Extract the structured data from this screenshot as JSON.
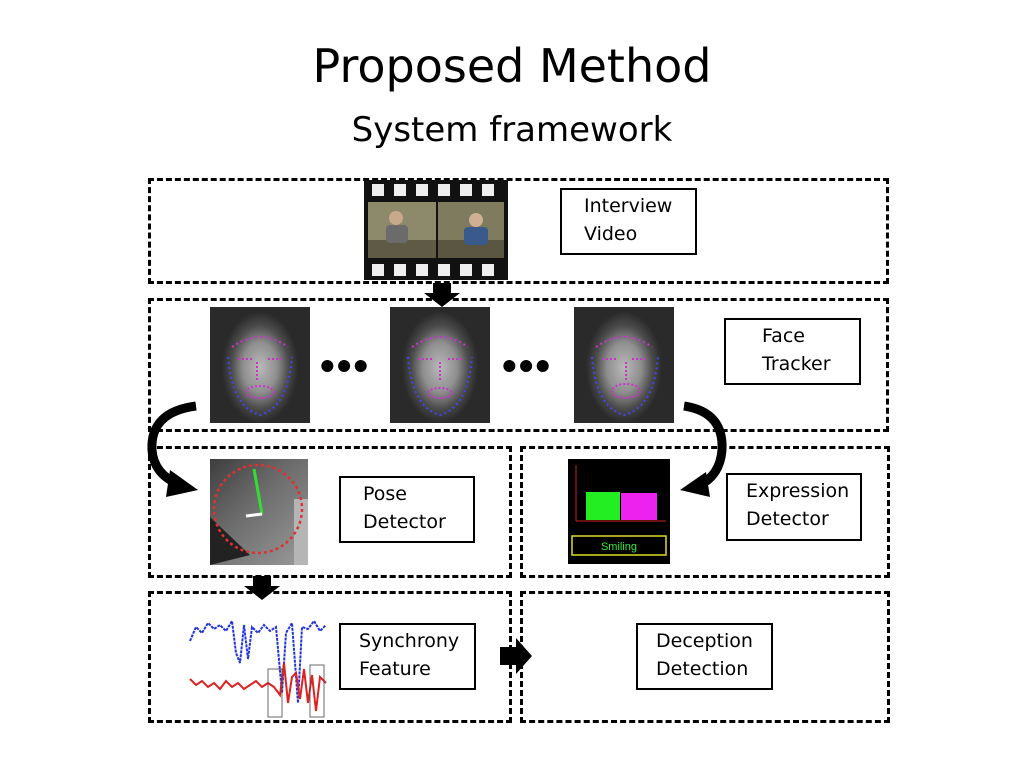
{
  "title": "Proposed Method",
  "subtitle": "System framework",
  "ellipsis": "•••",
  "labels": {
    "interview_video": [
      "Interview",
      "Video"
    ],
    "face_tracker": [
      "Face",
      "Tracker"
    ],
    "pose_detector": [
      "Pose",
      "Detector"
    ],
    "expression_detector": [
      "Expression",
      "Detector"
    ],
    "synchrony_feature": [
      "Synchrony",
      "Feature"
    ],
    "deception_detection": [
      "Deception",
      "Detection"
    ]
  },
  "expression_chart": {
    "status": "Smiling",
    "bar_colors": [
      "#22ee22",
      "#ee22ee"
    ]
  },
  "colors": {
    "pose_circle": "#e03030",
    "pose_line": "#33dd33",
    "landmarks": "#cc33cc",
    "signal_top": "#2233dd",
    "signal_bottom": "#dd2222"
  }
}
